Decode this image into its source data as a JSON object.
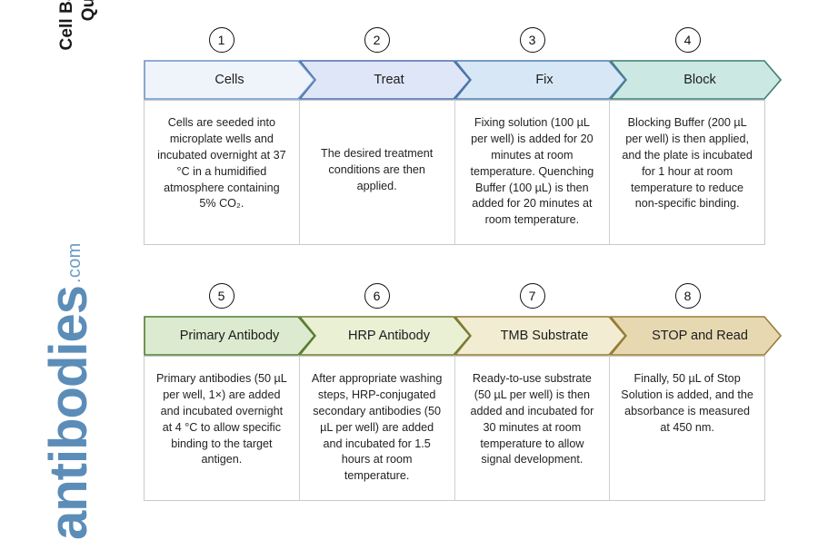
{
  "title": {
    "line1": "Cell Based ELISA Kits",
    "line2": "Quick Protocol"
  },
  "logo": {
    "word": "antibodies",
    "tld": ".com",
    "color": "#5b8db8"
  },
  "rows": [
    {
      "row_id": "row-1",
      "steps": [
        {
          "number": "1",
          "label": "Cells",
          "fill": "#eff4fb",
          "stroke": "#6b93c7",
          "text": "Cells are seeded into microplate wells and incubated overnight at 37 °C in a humidified atmosphere containing 5% CO₂."
        },
        {
          "number": "2",
          "label": "Treat",
          "fill": "#dfe6f7",
          "stroke": "#4a6fa8",
          "text": "The desired treatment conditions are then applied."
        },
        {
          "number": "3",
          "label": "Fix",
          "fill": "#d8e7f6",
          "stroke": "#4f7fae",
          "text": "Fixing solution (100 µL per well) is added for 20 minutes at room temperature. Quenching Buffer (100 µL) is then added for 20 minutes at room temperature."
        },
        {
          "number": "4",
          "label": "Block",
          "fill": "#cbe9e2",
          "stroke": "#3f7d74",
          "text": "Blocking Buffer (200 µL per well) is then applied, and the plate is incubated for 1 hour at room temperature to reduce non-specific binding."
        }
      ]
    },
    {
      "row_id": "row-2",
      "steps": [
        {
          "number": "5",
          "label": "Primary Antibody",
          "fill": "#dcebcf",
          "stroke": "#4e7d33",
          "text": "Primary antibodies (50 µL per well, 1×) are added and incubated overnight at 4 °C to allow specific binding to the target antigen."
        },
        {
          "number": "6",
          "label": "HRP Antibody",
          "fill": "#eaf0d4",
          "stroke": "#6e7d33",
          "text": "After appropriate washing steps, HRP-conjugated secondary antibodies (50 µL per well) are added and incubated for 1.5 hours at room temperature."
        },
        {
          "number": "7",
          "label": "TMB Substrate",
          "fill": "#f2ecd2",
          "stroke": "#917a34",
          "text": "Ready-to-use substrate (50 µL per well) is then added and incubated for 30 minutes at room temperature to allow signal development."
        },
        {
          "number": "8",
          "label": "STOP and Read",
          "fill": "#e6d9b2",
          "stroke": "#9c7d38",
          "text": "Finally, 50 µL of Stop Solution is added, and the absorbance is measured at 450 nm."
        }
      ]
    }
  ]
}
